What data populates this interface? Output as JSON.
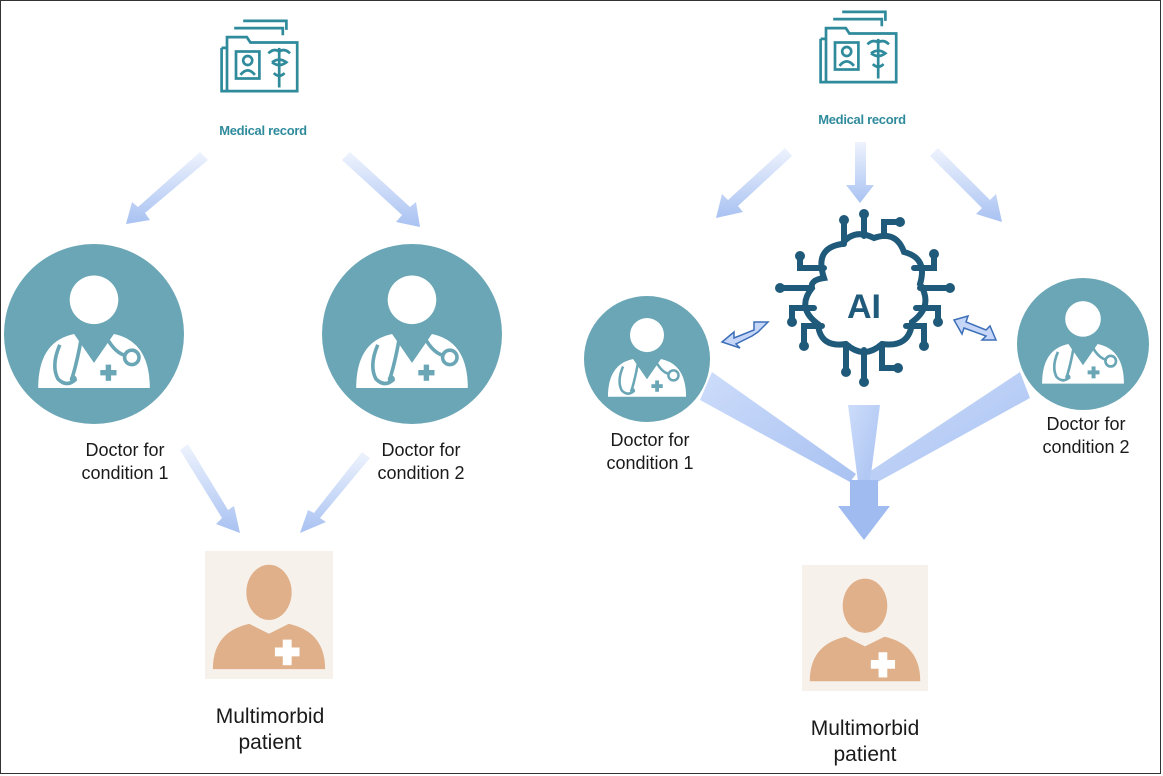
{
  "left_panel": {
    "record_label": "Medical record",
    "doctor1_label": "Doctor for condition 1",
    "doctor1_line1": "Doctor for",
    "doctor1_line2": "condition 1",
    "doctor2_line1": "Doctor for",
    "doctor2_line2": "condition 2",
    "patient_line1": "Multimorbid",
    "patient_line2": "patient"
  },
  "right_panel": {
    "record_label": "Medical record",
    "ai_label": "AI",
    "doctor1_line1": "Doctor for",
    "doctor1_line2": "condition 1",
    "doctor2_line1": "Doctor for",
    "doctor2_line2": "condition 2",
    "patient_line1": "Multimorbid",
    "patient_line2": "patient"
  },
  "colors": {
    "teal": "#6aa6b5",
    "icon_teal": "#2f8b9c",
    "ai_navy": "#1f5a7a",
    "arrow_blue": "#b9cdf5",
    "patient_tan": "#dfb089"
  }
}
